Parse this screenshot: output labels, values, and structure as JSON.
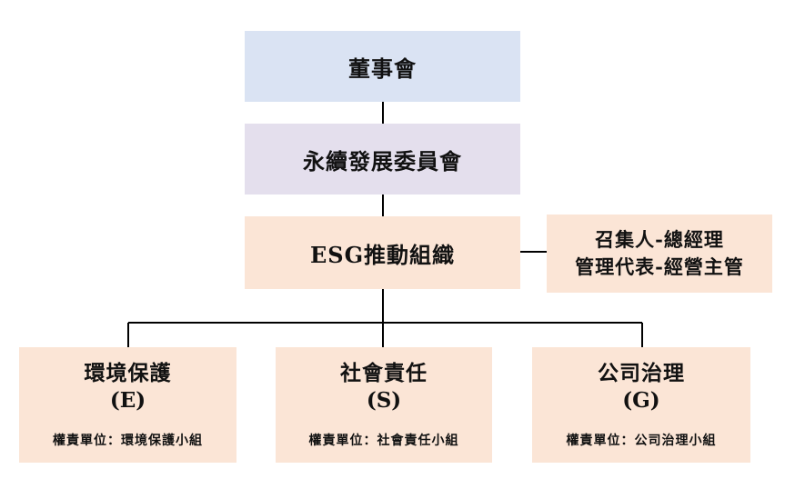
{
  "board": {
    "title": "董事會"
  },
  "committee": {
    "title": "永續發展委員會"
  },
  "esg": {
    "title": "ESG推動組織"
  },
  "convener": {
    "line1": "召集人-總經理",
    "line2": "管理代表-經營主管"
  },
  "departments": [
    {
      "name": "環境保護",
      "code": "(E)",
      "unit": "權責單位：環境保護小組"
    },
    {
      "name": "社會責任",
      "code": "(S)",
      "unit": "權責單位：社會責任小組"
    },
    {
      "name": "公司治理",
      "code": "(G)",
      "unit": "權責單位：公司治理小組"
    }
  ],
  "colors": {
    "board": "#dae3f3",
    "committee": "#e4dfed",
    "esg": "#fbe5d6",
    "line": "#000000"
  }
}
